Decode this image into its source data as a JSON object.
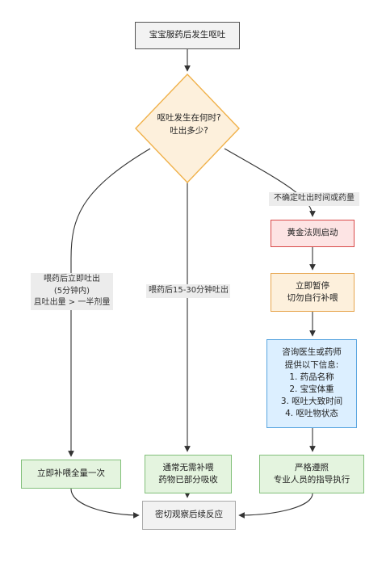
{
  "flowchart": {
    "start": "宝宝服药后发生呕吐",
    "decision": [
      "呕吐发生在何时?",
      "吐出多少?"
    ],
    "branch_left": {
      "label": [
        "喂药后立即吐出",
        "(5分钟内)",
        "且吐出量 > 一半剂量"
      ],
      "action": "立即补喂全量一次"
    },
    "branch_middle": {
      "label": "喂药后15-30分钟吐出",
      "action": [
        "通常无需补喂",
        "药物已部分吸收"
      ]
    },
    "branch_right": {
      "label": "不确定吐出时间或药量",
      "golden_rule": "黄金法则启动",
      "pause": [
        "立即暂停",
        "切勿自行补喂"
      ],
      "consult": [
        "咨询医生或药师",
        "提供以下信息:",
        "1. 药品名称",
        "2. 宝宝体重",
        "3. 呕吐大致时间",
        "4. 呕吐物状态"
      ],
      "action": [
        "严格遵照",
        "专业人员的指导执行"
      ]
    },
    "end": "密切观察后续反应"
  },
  "colors": {
    "decision_fill": "#fdf0dc",
    "decision_stroke": "#f0b14a",
    "golden_fill": "#fde4e4",
    "golden_stroke": "#d94a4a",
    "consult_fill": "#dcefff",
    "consult_stroke": "#5aa6e0",
    "action_fill": "#e4f4df",
    "action_stroke": "#82c07a"
  }
}
